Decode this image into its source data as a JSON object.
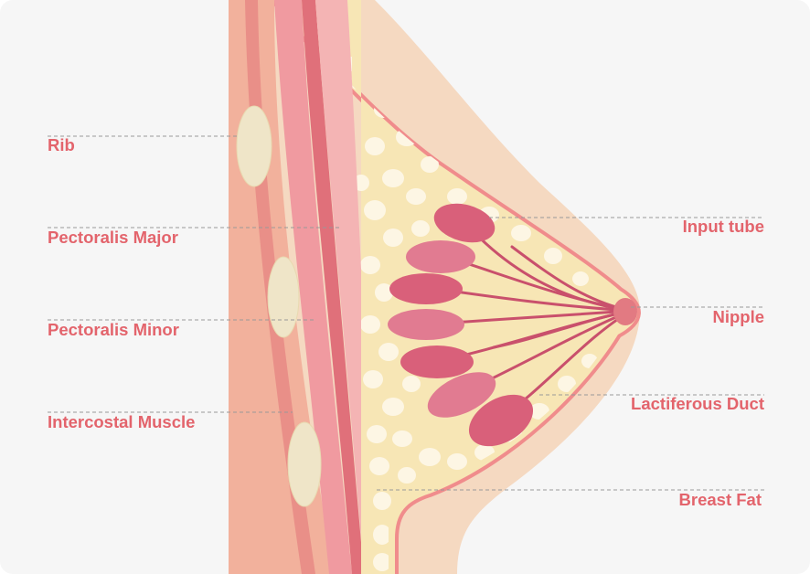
{
  "labels": {
    "rib": "Rib",
    "pectoralis_major": "Pectoralis Major",
    "pectoralis_minor": "Pectoralis Minor",
    "intercostal_muscle": "Intercostal Muscle",
    "input_tube": "Input tube",
    "nipple": "Nipple",
    "lactiferous_duct": "Lactiferous Duct",
    "breast_fat": "Breast Fat"
  },
  "colors": {
    "background": "#f6f6f6",
    "skin": "#f5d9c1",
    "label": "#e3646c",
    "muscle": "#f0a28c",
    "muscle_dark": "#e0707a",
    "fat": "#f7e6b5",
    "fat_cell": "#fdf6e4",
    "lobule": "#d9607a",
    "duct": "#c9506c",
    "rib": "#efe5c8"
  }
}
